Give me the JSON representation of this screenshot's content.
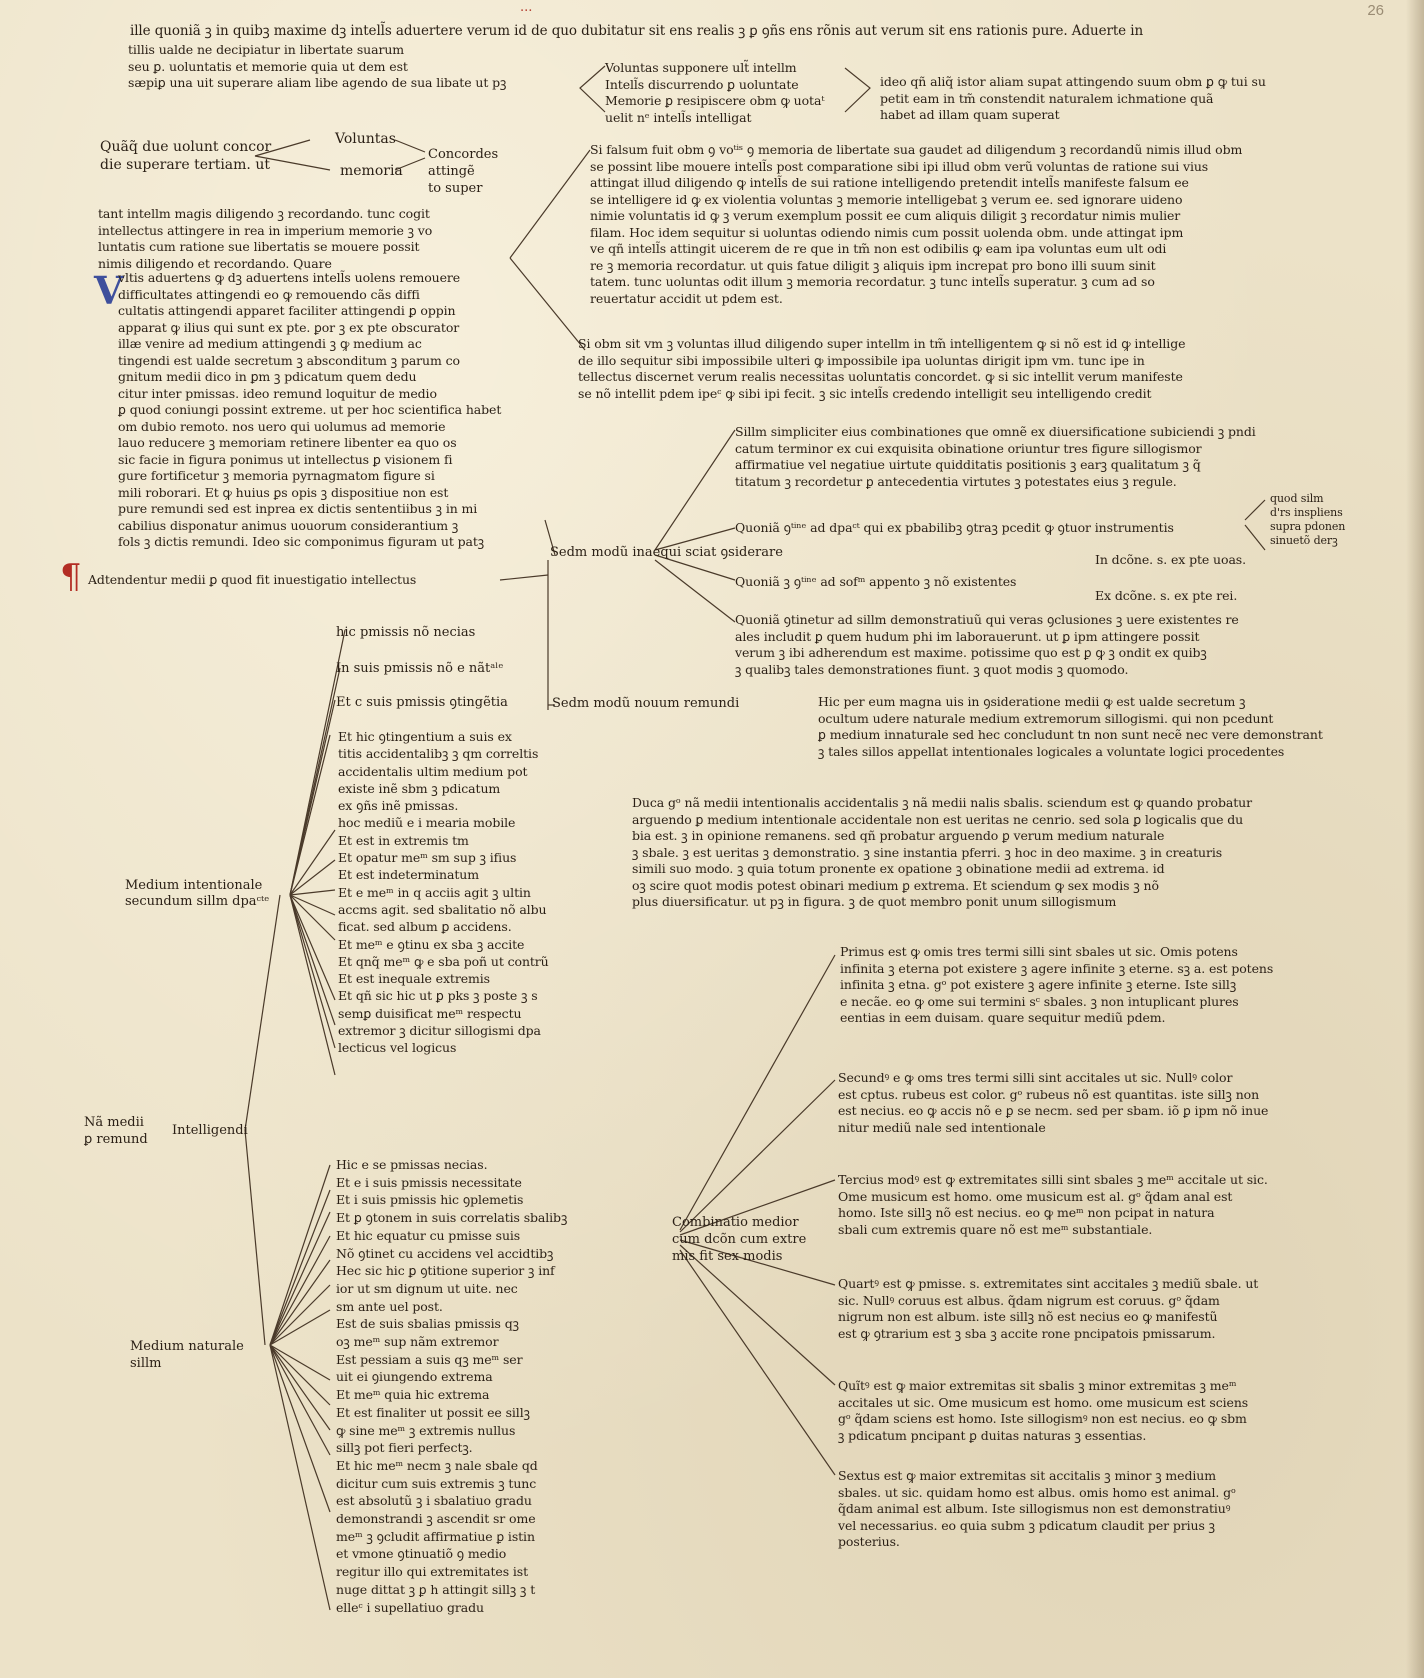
{
  "header": {
    "rubric": "...",
    "foliation": "26"
  },
  "colors": {
    "ink": "#2b2016",
    "parchment": "#ece2c8",
    "blue_initial": "#3e4f9c",
    "red_initial": "#b32d24"
  },
  "text": {
    "top_line": "ille quoniã ꝫ in quibꝫ maxime dꝫ intell̃s aduertere verum id de quo dubitatur sit ens realis ꝫ ꝑ ꝯñs ens rõnis aut verum sit ens rationis pure. Aduerte in",
    "top_left": "tillis ualde ne decipiatur in libertate suarum\nseu ꝑ. uoluntatis et memorie quia ut dem est\nsæpiꝑ una uit superare aliam libe agendo de sua libate ut pꝫ",
    "top_mid": "Voluntas supponere ult̃ intellm\nIntell̃s discurrendo ꝑ uoluntate\nMemorie ꝑ resipiscere obm ꝙ uotaᵗ\nuelit nᵉ intell̃s intelligat",
    "top_right": "ideo qñ aliq̃ istor aliam supat attingendo suum obm ꝑ ꝙ tui su\npetit eam in tm̃ constendit naturalem ichmatione quã\nhabet ad illam quam superat",
    "qn_left": "Quãq̃ due uolunt concor\ndie superare tertiam. ut",
    "voluntas_label": "Voluntas",
    "memoria_label": "memoria",
    "concorder": "Concordes\nattingẽ\nto super",
    "left_main": "tant intellm magis diligendo ꝫ recordando. tunc cogit\nintellectus attingere in rea in imperium memorie ꝫ vo\nluntatis cum ratione sue libertatis se mouere possit\nnimis diligendo et recordando. Quare",
    "bracket_vltis": "vltis aduertens ꝙ dꝫ aduertens intell̃s uolens remouere\ndifficultates attingendi eo ꝙ remouendo cãs diffi\ncultatis attingendi apparet faciliter attingendi ꝑ oppin\napparat ꝙ ilius qui sunt ex pte. ꝑor ꝫ ex pte obscurator\nillæ venire ad medium attingendi ꝫ ꝙ medium ac\ntingendi est ualde secretum ꝫ absconditum ꝫ parum co\ngnitum medii dico in ꝑm ꝫ pdicatum quem dedu\ncitur inter pmissas. ideo remund loquitur de medio\nꝑ quod coniungi possint extreme. ut per hoc scientifica habet\nom dubio remoto. nos uero qui uolumus ad memorie\nlauo reducere ꝫ memoriam retinere libenter ea quo os\nsic facie in figura ponimus ut intellectus ꝑ visionem fi\ngure fortificetur ꝫ memoria pyrnagmatom figure si\nmili roborari. Et ꝙ huius ꝑs opis ꝫ dispositiue non est\npure remundi sed est inprea ex dictis sententiibus ꝫ in mi\ncabilius disponatur animus uouorum considerantium ꝫ\nfols ꝫ dictis remundi. Ideo sic componimus figuram ut patꝫ",
    "initial_blue": "V",
    "initial_red": "¶",
    "adtendens": "Adtendentur medii ꝑ quod fit inuestigatio intellectus",
    "si_falsum": "Si falsum fuit obm ꝯ voᵗⁱˢ ꝯ memoria de libertate sua gaudet ad diligendum ꝫ recordandũ nimis illud obm\nse possint libe mouere intell̃s post comparatione sibi ipi illud obm verũ voluntas de ratione sui vius\nattingat illud diligendo ꝙ intell̃s de sui ratione intelligendo pretendit intell̃s manifeste falsum ee\nse intelligere id ꝙ ex violentia voluntas ꝫ memorie intelligebat ꝫ verum ee. sed ignorare uideno\nnimie voluntatis id ꝙ ꝫ verum exemplum possit ee cum aliquis diligit ꝫ recordatur nimis mulier\nfilam. Hoc idem sequitur si uoluntas odiendo nimis cum possit uolenda obm. unde attingat ipm\nve qñ intell̃s attingit uicerem de re que in tm̃ non est odibilis ꝙ eam ipa voluntas eum ult odi\nre ꝫ memoria recordatur. ut quis fatue diligit ꝫ aliquis ipm increpat pro bono illi suum sinit\ntatem. tunc uoluntas odit illum ꝫ memoria recordatur. ꝫ tunc intell̃s superatur. ꝫ cum ad so\nreuertatur accidit ut pdem est.",
    "si_obm": "Si obm sit vm ꝫ voluntas illud diligendo super intellm in tm̃ intelligentem ꝙ si nõ est id ꝙ intellige\nde illo sequitur sibi impossibile ulteri ꝙ impossibile ipa uoluntas dirigit ipm vm. tunc ipe in\ntellectus discernet verum realis necessitas uoluntatis concordet. ꝙ si sic intellit verum manifeste\nse nõ intellit pdem ipeᶜ ꝙ sibi ipi fecit. ꝫ sic intell̃s credendo intelligit seu intelligendo credit",
    "sillm": "Sillm simpliciter eius combinationes que omnẽ ex diuersificatione subiciendi ꝫ pndi\ncatum terminor ex cui exquisita obinatione oriuntur tres figure sillogismor\naffirmatiue vel negatiue uirtute quidditatis positionis ꝫ earꝫ qualitatum ꝫ q̃\ntitatum ꝫ recordetur ꝑ antecedentia virtutes ꝫ potestates eius ꝫ regule.",
    "sedm_modu": "Sedm modũ inaequi sciat ꝯsiderare",
    "quoniam_1": "Quoniã ꝯᵗⁱⁿᵉ ad dpaᶜᵗ qui ex pbabilibꝫ ꝯtraꝫ pcedit ꝙ ꝯtuor instrumentis",
    "quod_silm": "quod silm\nd'rs inspliens\nsupra pdonen\nsinuetõ derꝫ",
    "in_dcone": "In dcõne. s. ex pte uoas.",
    "quoniam_2": "Quoniã ꝫ ꝯᵗⁱⁿᵉ ad sofᵐ appento ꝫ nõ existentes",
    "ex_dcone": "Ex dcõne. s. ex pte rei.",
    "quoniam_3": "Quoniã ꝯtinetur ad sillm demonstratiuũ qui veras ꝯclusiones ꝫ uere existentes re\nales includit ꝑ quem hudum phi im laborauerunt. ut ꝑ ipm attingere possit\nverum ꝫ ibi adherendum est maxime. potissime quo est ꝑ ꝙ ꝫ ondit ex quibꝫ\nꝫ qualibꝫ tales demonstrationes fiunt. ꝫ quot modis ꝫ quomodo.",
    "sedm_modu_nouum": "Sedm modũ nouum remundi",
    "hic_per": "Hic per eum magna uis in ꝯsideratione medii ꝙ est ualde secretum ꝫ\nocultum udere naturale medium extremorum sillogismi. qui non pcedunt\nꝑ medium innaturale sed hec concludunt tn non sunt necẽ nec vere demonstrant\nꝫ tales sillos appellat intentionales logicales a voluntate logici procedentes",
    "duca_gᵒ": "Duca gᵒ nã medii intentionalis accidentalis ꝫ nã medii nalis sbalis. sciendum est ꝙ quando probatur\narguendo ꝑ medium intentionale accidentale non est ueritas ne cenrio. sed sola ꝑ logicalis que du\nbia est. ꝫ in opinione remanens. sed qñ probatur arguendo ꝑ verum medium naturale\nꝫ sbale. ꝫ est ueritas ꝫ demonstratio. ꝫ sine instantia pferri. ꝫ hoc in deo maxime. ꝫ in creaturis\nsimili suo modo. ꝫ quia totum pronente ex opatione ꝫ obinatione medii ad extrema. id\noꝫ scire quot modis potest obinari medium ꝑ extrema. Et sciendum ꝙ sex modis ꝫ nõ\nplus diuersificatur. ut pꝫ in figura. ꝫ de quot membro ponit unum sillogismum",
    "branch_a": "hic pmissis nõ necias",
    "branch_b": "In suis pmissis nõ e nãtᵃˡᵉ",
    "branch_c": "Et c suis pmissis ꝯtingẽtia",
    "medium_int_list": "Et hic ꝯtingentium a suis ex\ntitis accidentalibꝫ ꝫ qm correltis\naccidentalis ultim medium pot\nexiste inẽ sbm ꝫ pdicatum\nex ꝯñs inẽ pmissas.\nhoc mediũ e i mearia mobile\nEt est in extremis tm\nEt opatur meᵐ sm sup ꝫ ifius\nEt est indeterminatum\nEt e meᵐ in q acciis agit ꝫ ultin\naccms agit. sed sbalitatio nõ albu\nficat. sed album ꝑ accidens.\nEt meᵐ e ꝯtinu ex sba ꝫ accite\nEt qnq̃ meᵐ ꝙ e sba poñ ut contrũ\nEt est inequale extremis\nEt qñ sic hic ut ꝑ pks ꝫ poste ꝫ s\nsemꝑ duisificat meᵐ respectu\nextremor ꝫ dicitur sillogismi dpa\nlecticus vel logicus",
    "medium_intentionale": "Medium intentionale\nsecundum sillm dpaᶜᵗᵉ",
    "nã_medii": "Nã medii\nꝑ remund",
    "intelligendi": "Intelligendi",
    "medium_nat_list": "Hic e se pmissas necias.\nEt e i suis pmissis necessitate\nEt i suis pmissis hic ꝯplemetis\nEt ꝑ ꝯtonem in suis correlatis sbalibꝫ\nEt hic equatur cu pmisse suis\nNõ ꝯtinet cu accidens vel accidtibꝫ\nHec sic hic ꝑ ꝯtitione superior ꝫ inf\nior ut sm dignum ut uite. nec\nsm ante uel post.\nEst de suis sbalias pmissis qꝫ\noꝫ meᵐ sup nãm extremor\nEst pessiam a suis qꝫ meᵐ ser\nuit ei ꝯiungendo extrema\nEt meᵐ quia hic extrema\nEt est finaliter ut possit ee sillꝫ\nꝙ sine meᵐ ꝫ extremis nullus\nsillꝫ pot fieri perfectꝫ.\nEt hic meᵐ necm ꝫ nale sbale qd\ndicitur cum suis extremis ꝫ tunc\nest absolutũ ꝫ i sbalatiuo gradu\ndemonstrandi ꝫ ascendit sr ome\nmeᵐ ꝫ ꝯcludit affirmatiue ꝑ istin\net vmone ꝯtinuatiõ ꝯ medio\nregitur illo qui extremitates ist\nnuge dittat ꝫ ꝑ h attingit sillꝫ ꝫ t\nelleᶜ i supellatiuo gradu",
    "medium_naturale": "Medium naturale\nsillm",
    "combinatio": "Combinatio medior\ncum dcõn cum extre\nmis fit sex modis",
    "primus": "Primus est ꝙ omis tres termi silli sint sbales ut sic. Omis potens\ninfinita ꝫ eterna pot existere ꝫ agere infinite ꝫ eterne. sꝫ a. est potens\ninfinita ꝫ etna. gᵒ pot existere ꝫ agere infinite ꝫ eterne. Iste sillꝫ\ne necãe. eo ꝙ ome sui termini sᶜ sbales. ꝫ non intuplicant plures\neentias in eem duisam. quare sequitur mediũ pdem.",
    "secundus": "Secundꝰ e ꝙ oms tres termi silli sint accitales ut sic. Nullꝰ color\nest cptus. rubeus est color. gᵒ rubeus nõ est quantitas. iste sillꝫ non\nest necius. eo ꝙ accis nõ e ꝑ se necm. sed per sbam. iõ ꝑ ipm nõ inue\nnitur mediũ nale sed intentionale",
    "tertius": "Tercius modꝰ est ꝙ extremitates silli sint sbales ꝫ meᵐ accitale ut sic.\nOme musicum est homo. ome musicum est al. gᵒ q̃dam anal est\nhomo. Iste sillꝫ nõ est necius. eo ꝙ meᵐ non pcipat in natura\nsbali cum extremis quare nõ est meᵐ substantiale.",
    "quartus": "Quartꝰ est ꝙ pmisse. s. extremitates sint accitales ꝫ mediũ sbale. ut\nsic. Nullꝰ coruus est albus. q̃dam nigrum est coruus. gᵒ q̃dam\nnigrum non est album. iste sillꝫ nõ est necius eo ꝙ manifestũ\nest ꝙ ꝯtrarium est ꝫ sba ꝫ accite rone pncipatois pmissarum.",
    "quintus": "Quĩtꝰ est ꝙ maior extremitas sit sbalis ꝫ minor extremitas ꝫ meᵐ\naccitales ut sic. Ome musicum est homo. ome musicum est sciens\ngᵒ q̃dam sciens est homo. Iste sillogismꝰ non est necius. eo ꝙ sbm\nꝫ pdicatum pncipant ꝑ duitas naturas ꝫ essentias.",
    "sextus": "Sextus est ꝙ maior extremitas sit accitalis ꝫ minor ꝫ medium\nsbales. ut sic. quidam homo est albus. omis homo est animal. gᵒ\nq̃dam animal est album. Iste sillogismus non est demonstratiuꝰ\nvel necessarius. eo quia subm ꝫ pdicatum claudit per prius ꝫ\nposterius."
  }
}
